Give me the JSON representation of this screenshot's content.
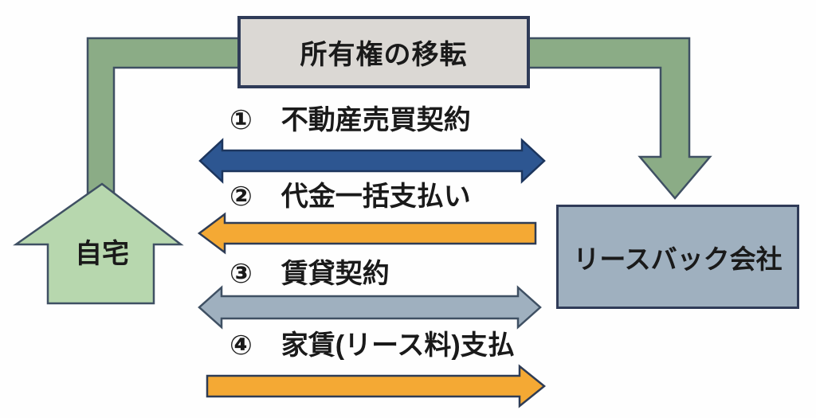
{
  "diagram": {
    "title_box": {
      "label": "所有権の移転"
    },
    "house": {
      "label": "自宅"
    },
    "company_box": {
      "label": "リースバック会社"
    },
    "flows": [
      {
        "number": "①",
        "label": "不動産売買契約",
        "direction": "both",
        "color": "#2D5691"
      },
      {
        "number": "②",
        "label": "代金一括支払い",
        "direction": "left",
        "color": "#F4A934"
      },
      {
        "number": "③",
        "label": "賃貸契約",
        "direction": "both",
        "color": "#9FB0BF"
      },
      {
        "number": "④",
        "label": "家賃(リース料)支払",
        "direction": "right",
        "color": "#F4A934"
      }
    ]
  },
  "colors": {
    "connector_green": "#8BAC86",
    "house_green": "#B7D7AE",
    "title_box_bg": "#DBD8D4",
    "company_box_bg": "#9FB0BF",
    "arrow_blue": "#2D5691",
    "arrow_orange": "#F4A934",
    "arrow_gray": "#9FB0BF",
    "outline_dark": "#2E3C55",
    "text": "#1A1A1A"
  }
}
